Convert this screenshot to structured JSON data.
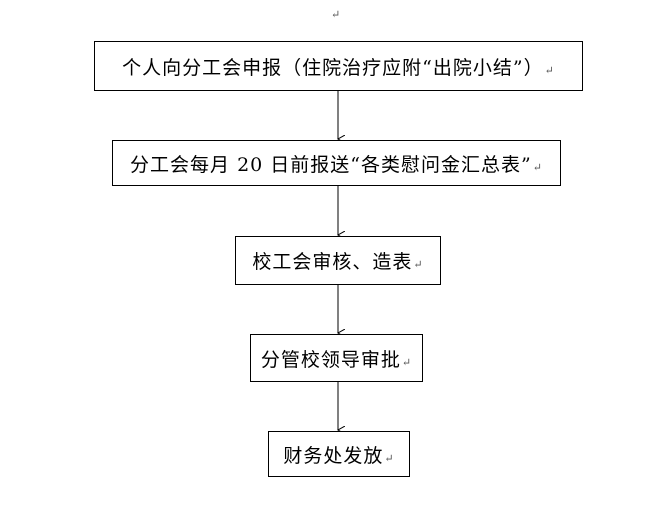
{
  "flowchart": {
    "steps": [
      {
        "label": "个人向分工会申报（住院治疗应附“出院小结”）"
      },
      {
        "label": "分工会每月 20 日前报送“各类慰问金汇总表”"
      },
      {
        "label": "校工会审核、造表"
      },
      {
        "label": "分管校领导审批"
      },
      {
        "label": "财务处发放"
      }
    ],
    "paragraph_mark": "↵"
  },
  "colors": {
    "line": "#000000",
    "background": "#ffffff",
    "paragraph_mark": "#555555"
  }
}
